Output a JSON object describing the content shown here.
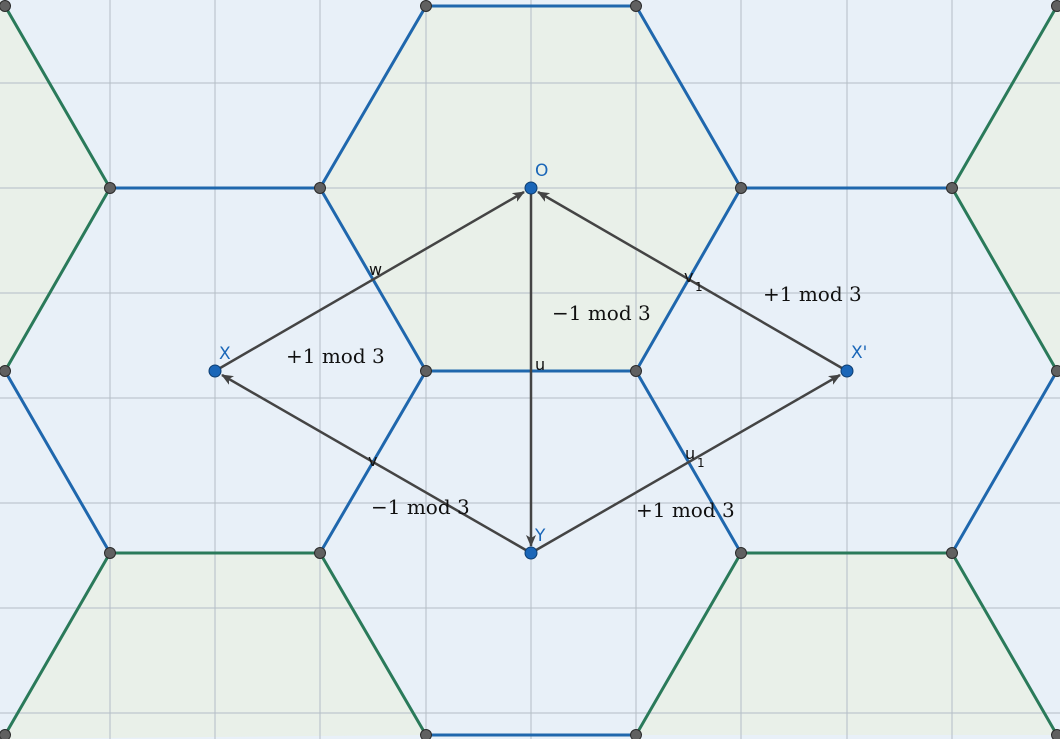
{
  "colors": {
    "background": "#e8f0f8",
    "hexagon_fill": "#e9f0e9",
    "grid": "#b4bdc6",
    "edge_blue": "#1f67ad",
    "edge_green": "#2a7a5a",
    "vertex": "#606060",
    "point": "#1a66b8",
    "arrow": "#444444"
  },
  "points": {
    "O": "O",
    "X": "X",
    "X_prime": "X'",
    "Y": "Y"
  },
  "edge_labels": {
    "w": "w",
    "u": "u",
    "v": "v",
    "v1_base": "v",
    "v1_sub": "1",
    "u1_base": "u",
    "u1_sub": "1"
  },
  "arrow_labels": {
    "x_to_o": "+1 mod 3",
    "o_to_y": "−1 mod 3",
    "xp_to_o": "+1 mod 3",
    "y_to_x": "−1 mod 3",
    "y_to_xp": "+1 mod 3"
  }
}
